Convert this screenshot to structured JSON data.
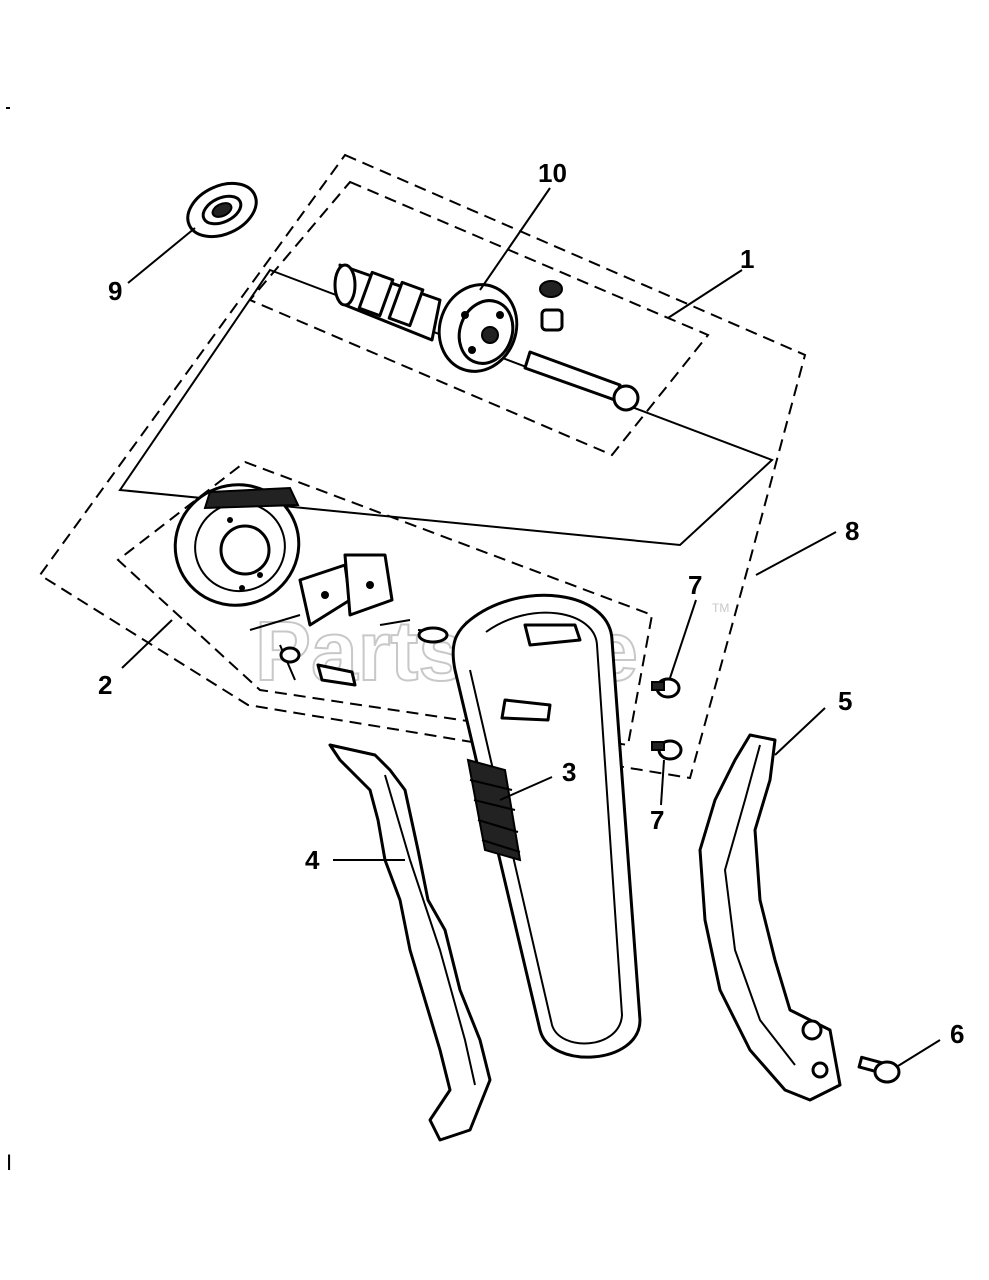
{
  "diagram": {
    "callouts": [
      "1",
      "2",
      "3",
      "4",
      "5",
      "6",
      "7",
      "7",
      "8",
      "9",
      "10"
    ],
    "watermark": "PartsTree",
    "watermark_tm": "TM",
    "corner_mark": "I"
  }
}
